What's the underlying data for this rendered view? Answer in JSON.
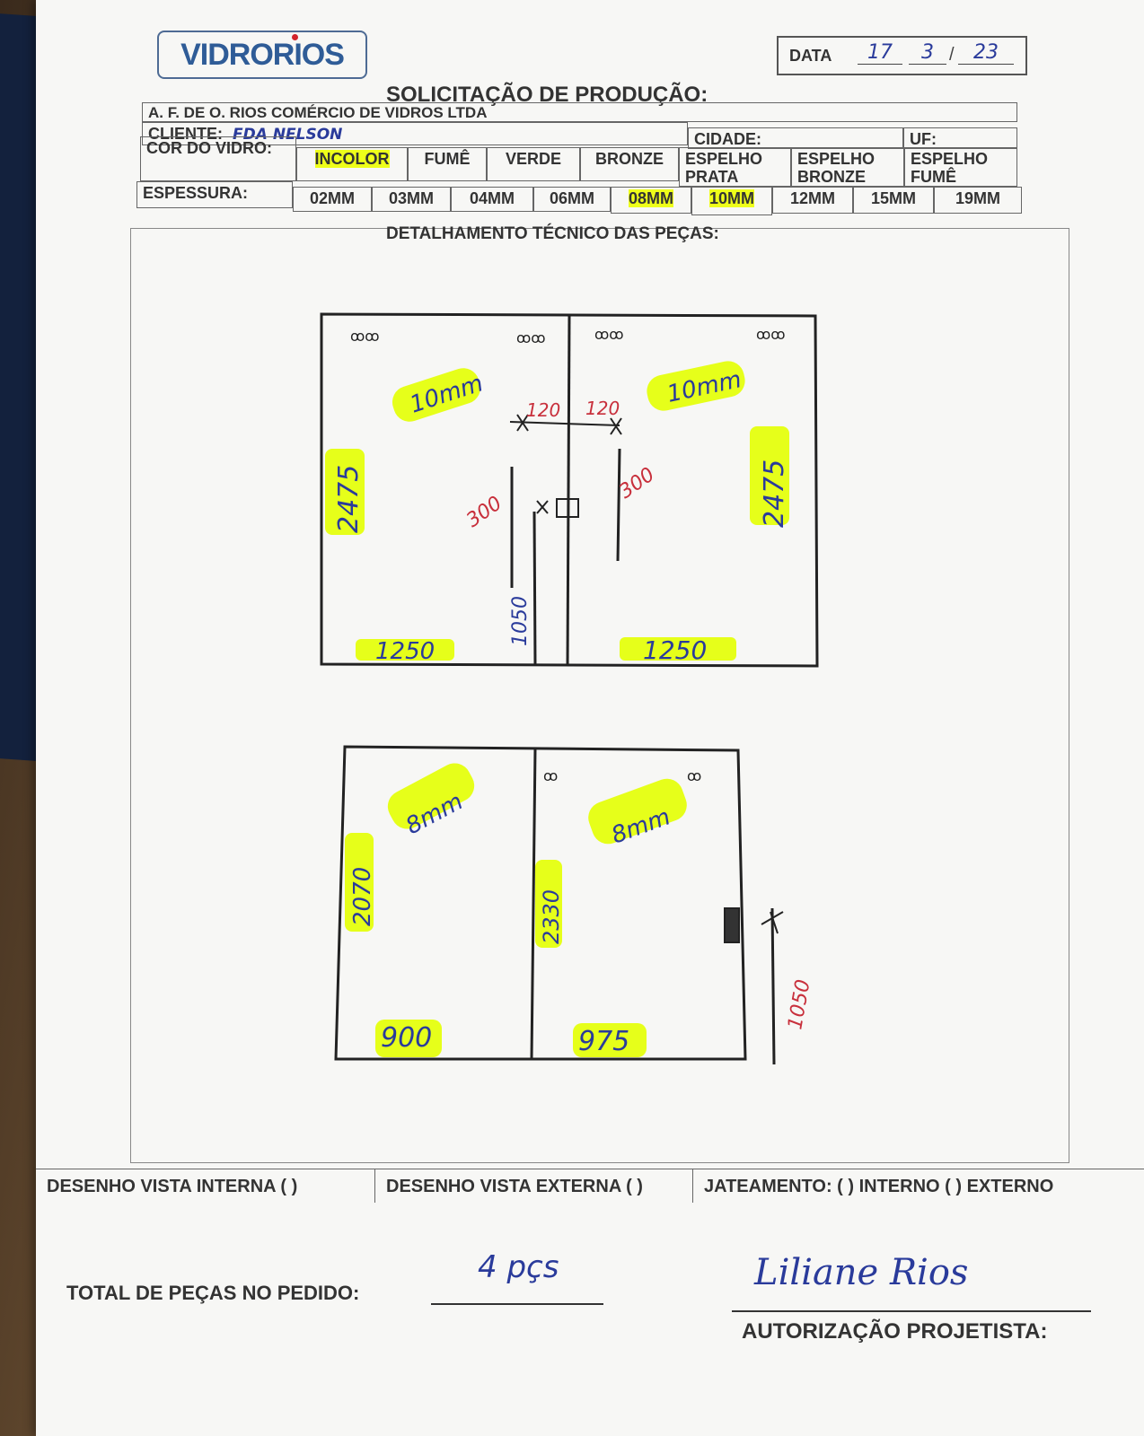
{
  "brand": "VIDRORIOS",
  "date": {
    "label": "DATA",
    "day": "17",
    "month": "3",
    "year": "23"
  },
  "title": "SOLICITAÇÃO DE PRODUÇÃO:",
  "company": "A. F. DE O. RIOS COMÉRCIO DE VIDROS LTDA",
  "client": {
    "label": "CLIENTE:",
    "value": "FDA NELSON"
  },
  "city": {
    "label": "CIDADE:"
  },
  "uf": {
    "label": "UF:"
  },
  "color": {
    "label": "COR DO VIDRO:",
    "options": [
      "INCOLOR",
      "FUMÊ",
      "VERDE",
      "BRONZE",
      "ESPELHO PRATA",
      "ESPELHO BRONZE",
      "ESPELHO FUMÊ"
    ],
    "selected": "INCOLOR"
  },
  "thickness": {
    "label": "ESPESSURA:",
    "options": [
      "02MM",
      "03MM",
      "04MM",
      "06MM",
      "08MM",
      "10MM",
      "12MM",
      "15MM",
      "19MM"
    ],
    "selected": [
      "08MM",
      "10MM"
    ]
  },
  "details_title": "DETALHAMENTO TÉCNICO DAS PEÇAS:",
  "sketch": {
    "top_thickness": "10mm",
    "top_height": "2475",
    "top_width": "1250",
    "top_offset": "120",
    "top_handle_height": "300",
    "top_handle_from_floor": "1050",
    "bottom_thickness": "8mm",
    "bottom_left_height": "2070",
    "bottom_left_width": "900",
    "bottom_right_height": "2330",
    "bottom_right_width": "975",
    "bottom_lock_height": "1050"
  },
  "footer": {
    "internal": "DESENHO VISTA INTERNA ( )",
    "external": "DESENHO VISTA EXTERNA ( )",
    "sandblast": "JATEAMENTO: ( ) INTERNO ( ) EXTERNO",
    "total_label": "TOTAL DE PEÇAS NO PEDIDO:",
    "total_value": "4 pçs",
    "signature": "Liliane Rios",
    "auth_label": "AUTORIZAÇÃO PROJETISTA:"
  },
  "colors": {
    "highlight": "#e6ff1a",
    "ink_blue": "#2a3b9b",
    "ink_red": "#c8303c",
    "brand": "#2f5c97"
  }
}
